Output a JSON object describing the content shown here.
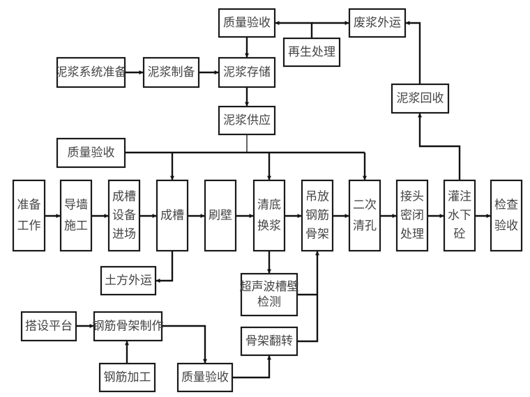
{
  "diagram": {
    "title": "",
    "nodes": [
      {
        "id": "qa_top",
        "lines": [
          "质量验收"
        ]
      },
      {
        "id": "waste_out",
        "lines": [
          "废浆外运"
        ]
      },
      {
        "id": "regen",
        "lines": [
          "再生处理"
        ]
      },
      {
        "id": "mud_sys_prep",
        "lines": [
          "泥浆系统准备"
        ]
      },
      {
        "id": "mud_make",
        "lines": [
          "泥浆制备"
        ]
      },
      {
        "id": "mud_store",
        "lines": [
          "泥浆存储"
        ]
      },
      {
        "id": "mud_supply",
        "lines": [
          "泥浆供应"
        ]
      },
      {
        "id": "mud_recover",
        "lines": [
          "泥浆回收"
        ]
      },
      {
        "id": "qa_mid",
        "lines": [
          "质量验收"
        ]
      },
      {
        "id": "prep_work",
        "lines": [
          "准备",
          "工作"
        ]
      },
      {
        "id": "guide_wall",
        "lines": [
          "导墙",
          "施工"
        ]
      },
      {
        "id": "equip_in",
        "lines": [
          "成槽",
          "设备",
          "进场"
        ]
      },
      {
        "id": "trench",
        "lines": [
          "成槽"
        ]
      },
      {
        "id": "brush_wall",
        "lines": [
          "刷壁"
        ]
      },
      {
        "id": "clean_bottom",
        "lines": [
          "清底",
          "换浆"
        ]
      },
      {
        "id": "hoist_cage",
        "lines": [
          "吊放",
          "钢筋",
          "骨架"
        ]
      },
      {
        "id": "second_clean",
        "lines": [
          "二次",
          "清孔"
        ]
      },
      {
        "id": "joint_seal",
        "lines": [
          "接头",
          "密闭",
          "处理"
        ]
      },
      {
        "id": "pour_concrete",
        "lines": [
          "灌注",
          "水下",
          "砼"
        ]
      },
      {
        "id": "inspect",
        "lines": [
          "检查",
          "验收"
        ]
      },
      {
        "id": "soil_out",
        "lines": [
          "土方外运"
        ]
      },
      {
        "id": "ultrasonic",
        "lines": [
          "超声波槽壁",
          "检测"
        ]
      },
      {
        "id": "cage_flip",
        "lines": [
          "骨架翻转"
        ]
      },
      {
        "id": "platform",
        "lines": [
          "搭设平台"
        ]
      },
      {
        "id": "cage_make",
        "lines": [
          "钢筋骨架制作"
        ]
      },
      {
        "id": "rebar_proc",
        "lines": [
          "钢筋加工"
        ]
      },
      {
        "id": "qa_bottom",
        "lines": [
          "质量验收"
        ]
      }
    ],
    "edges": [
      {
        "from": "qa_top",
        "to": "mud_store"
      },
      {
        "from": "regen",
        "to": "qa_top"
      },
      {
        "from": "regen",
        "to": "waste_out"
      },
      {
        "from": "mud_sys_prep",
        "to": "mud_make"
      },
      {
        "from": "mud_make",
        "to": "mud_store"
      },
      {
        "from": "mud_store",
        "to": "mud_supply"
      },
      {
        "from": "mud_supply",
        "to": "trench"
      },
      {
        "from": "mud_supply",
        "to": "clean_bottom"
      },
      {
        "from": "mud_supply",
        "to": "second_clean"
      },
      {
        "from": "qa_mid",
        "to": "trench"
      },
      {
        "from": "prep_work",
        "to": "guide_wall"
      },
      {
        "from": "guide_wall",
        "to": "equip_in"
      },
      {
        "from": "equip_in",
        "to": "trench"
      },
      {
        "from": "trench",
        "to": "brush_wall"
      },
      {
        "from": "brush_wall",
        "to": "clean_bottom"
      },
      {
        "from": "clean_bottom",
        "to": "hoist_cage"
      },
      {
        "from": "hoist_cage",
        "to": "second_clean"
      },
      {
        "from": "second_clean",
        "to": "joint_seal"
      },
      {
        "from": "joint_seal",
        "to": "pour_concrete"
      },
      {
        "from": "pour_concrete",
        "to": "inspect"
      },
      {
        "from": "pour_concrete",
        "to": "mud_recover"
      },
      {
        "from": "mud_recover",
        "to": "waste_out"
      },
      {
        "from": "trench",
        "to": "soil_out"
      },
      {
        "from": "clean_bottom",
        "to": "ultrasonic"
      },
      {
        "from": "ultrasonic",
        "to": "hoist_cage"
      },
      {
        "from": "cage_flip",
        "to": "hoist_cage"
      },
      {
        "from": "platform",
        "to": "cage_make"
      },
      {
        "from": "rebar_proc",
        "to": "cage_make"
      },
      {
        "from": "cage_make",
        "to": "qa_bottom"
      },
      {
        "from": "qa_bottom",
        "to": "cage_flip"
      }
    ]
  }
}
